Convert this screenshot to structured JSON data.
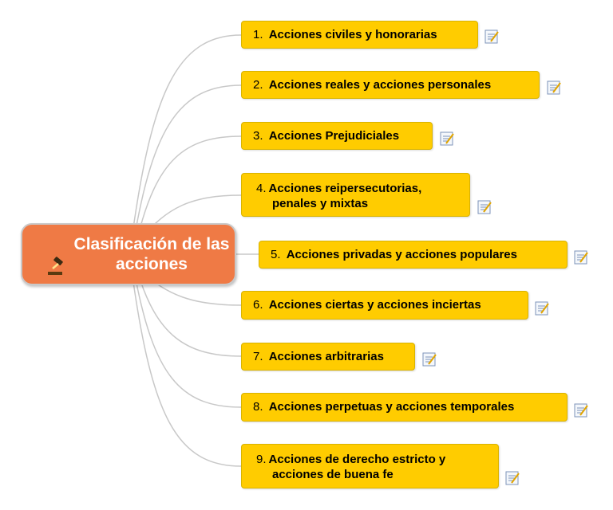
{
  "central": {
    "title": "Clasificación de las acciones",
    "icon": "gavel-icon",
    "color": "#ef7a45"
  },
  "branches": [
    {
      "number": "1.",
      "label": "Acciones civiles y honorarias"
    },
    {
      "number": "2.",
      "label": "Acciones reales y acciones personales"
    },
    {
      "number": "3.",
      "label": "Acciones Prejudiciales"
    },
    {
      "number": "4.",
      "label_line1": "Acciones reipersecutorias,",
      "label_line2": "penales y mixtas"
    },
    {
      "number": "5.",
      "label": "Acciones privadas y acciones populares"
    },
    {
      "number": "6.",
      "label": "Acciones ciertas y acciones inciertas"
    },
    {
      "number": "7.",
      "label": "Acciones arbitrarias"
    },
    {
      "number": "8.",
      "label": "Acciones perpetuas y acciones temporales"
    },
    {
      "number": "9.",
      "label_line1": "Acciones de derecho estricto y",
      "label_line2": "acciones de buena fe"
    }
  ],
  "branch_color": "#ffcc00",
  "note_icon": "note-icon"
}
